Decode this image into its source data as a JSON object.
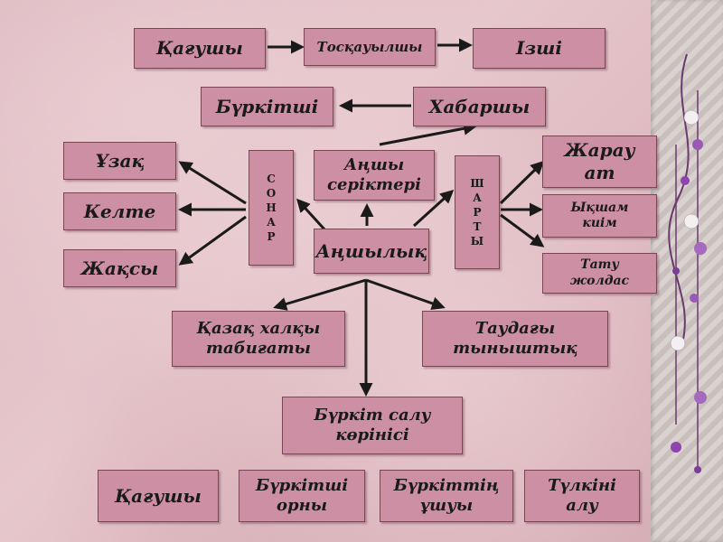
{
  "nodes": {
    "kagushy_top": "Қағушы",
    "toskauylshy": "Тосқауылшы",
    "izshi": "Ізші",
    "burkitshi": "Бүркітші",
    "habarshy": "Хабаршы",
    "uzak": "Ұзақ",
    "kelte": "Келте",
    "zhaksy": "Жақсы",
    "sonar": "С\nО\nН\nА\nР",
    "angshy_serikteri": "Аңшы серіктері",
    "angshylyk": "Аңшылық",
    "sharty": "Ш\nА\nР\nТ\nЫ",
    "zharau_at": "Жарау ат",
    "ykshan_kiim": "Ықшам киім",
    "tatu_zholdas": "Тату жолдас",
    "kazak_tabigaty": "Қазақ халқы табиғаты",
    "taudagy_tynyshtyk": "Таудағы тыныштық",
    "burkit_salu": "Бүркіт салу көрінісі",
    "kagushy_bottom": "Қағушы",
    "burkitshi_orny": "Бүркітші орны",
    "burkittin_ushuy": "Бүркіттің ұшуы",
    "tulkini_alu": "Түлкіні алу"
  },
  "colors": {
    "box_fill": "#cc8fa3",
    "box_border": "#7a4656",
    "arrow": "#1a1a1a",
    "background": "#d8b2b8"
  }
}
